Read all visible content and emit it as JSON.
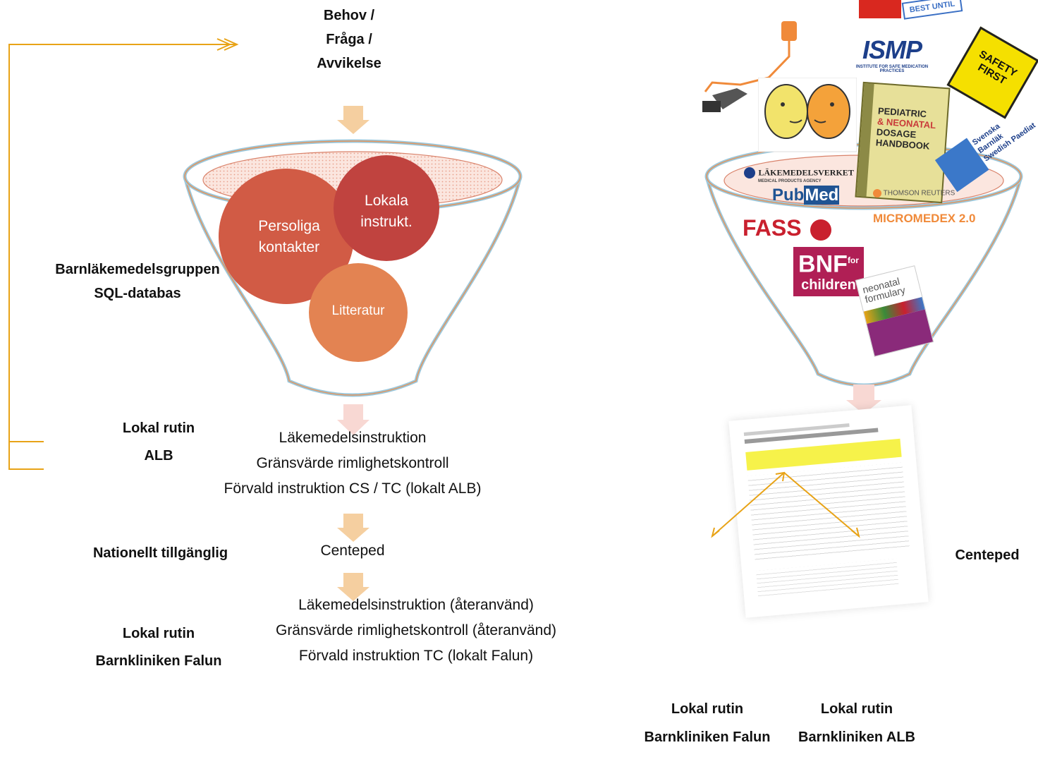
{
  "left": {
    "top_label": [
      "Behov /",
      "Fråga /",
      "Avvikelse"
    ],
    "funnel_circles": {
      "personal": [
        "Persoliga",
        "kontakter"
      ],
      "local": [
        "Lokala",
        "instrukt."
      ],
      "literature": "Litteratur"
    },
    "side_group": [
      "Barnläkemedelsgruppen",
      "SQL-databas"
    ],
    "step1": {
      "label": [
        "Lokal rutin",
        "ALB"
      ],
      "lines": [
        "Läkemedelsinstruktion",
        "Gränsvärde rimlighetskontroll",
        "Förvald instruktion CS / TC (lokalt ALB)"
      ]
    },
    "step2": {
      "label": "Nationellt tillgänglig",
      "line": "Centeped"
    },
    "step3": {
      "label": [
        "Lokal rutin",
        "Barnkliniken Falun"
      ],
      "lines": [
        "Läkemedelsinstruktion (återanvänd)",
        "Gränsvärde rimlighetskontroll (återanvänd)",
        "Förvald instruktion TC (lokalt Falun)"
      ]
    }
  },
  "right": {
    "logos": {
      "best_until": "BEST UNTIL",
      "ismp": "ISMP",
      "ismp_sub": "INSTITUTE FOR SAFE MEDICATION PRACTICES",
      "safety": [
        "SAFETY",
        "FIRST"
      ],
      "handbook": [
        "PEDIATRIC",
        "& NEONATAL",
        "DOSAGE",
        "HANDBOOK"
      ],
      "lakemedelsverket": "LÄKEMEDELSVERKET",
      "lakemedelsverket_sub": "MEDICAL PRODUCTS AGENCY",
      "pubmed_a": "Pub",
      "pubmed_b": "Med",
      "thomson": "THOMSON REUTERS",
      "micromedex": "MICROMEDEX 2.0",
      "fass": "FASS",
      "bnf_a": "BNF",
      "bnf_for": "for",
      "bnf_b": "children",
      "neonatal": [
        "neonatal",
        "formulary"
      ],
      "swedish": [
        "Svenska Barnläk",
        "Swedish Paediat"
      ]
    },
    "centeped_label": "Centeped",
    "bottom_left": [
      "Lokal rutin",
      "Barnkliniken Falun"
    ],
    "bottom_right": [
      "Lokal rutin",
      "Barnkliniken ALB"
    ]
  },
  "colors": {
    "loop_line": "#e8a317",
    "arrow_fill": "#f5cfa0",
    "arrow_fill_light": "#f8d8d3",
    "circle_personal": "#d15b45",
    "circle_local": "#c0433f",
    "circle_literature": "#e38352",
    "funnel_rim": "#9cc8dc"
  }
}
